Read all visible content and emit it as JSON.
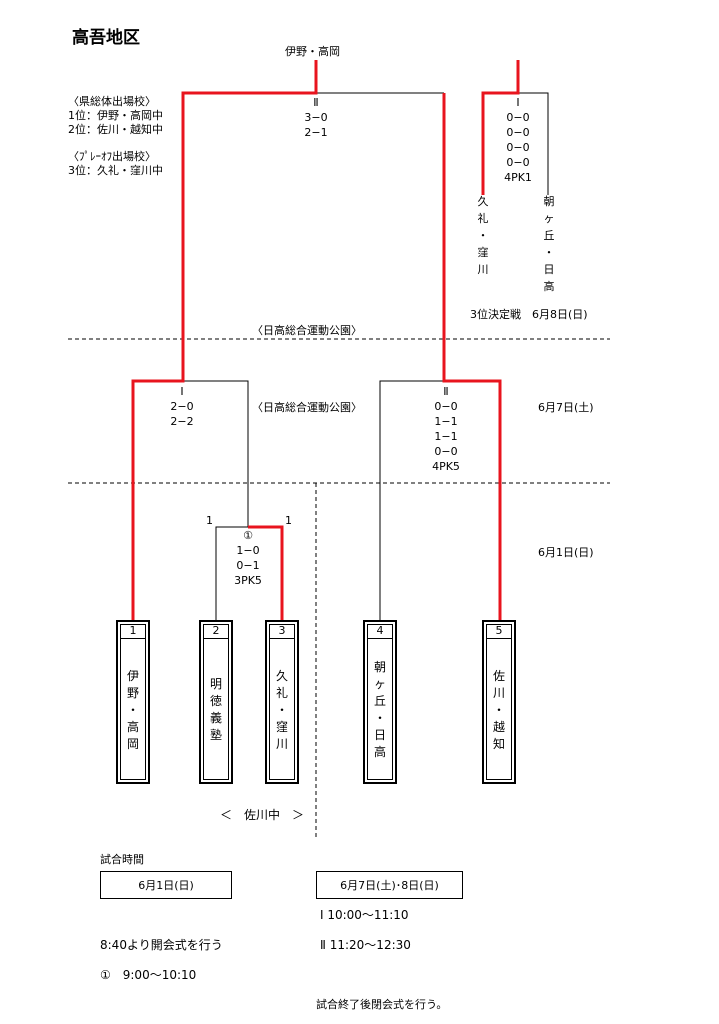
{
  "title": "高吾地区",
  "champion": "伊野・高岡",
  "qualifiers": {
    "prefectural_header": "〈県総体出場校〉",
    "first": "1位：伊野・高岡中",
    "second": "2位：佐川・越知中",
    "playoff_header": "〈ﾌﾟﾚｰｵﾌ出場校〉",
    "third": "3位：久礼・窪川中"
  },
  "teams": [
    {
      "num": "1",
      "name": "伊\n野\n・\n高\n岡"
    },
    {
      "num": "2",
      "name": "明\n徳\n義\n塾"
    },
    {
      "num": "3",
      "name": "久\n礼\n・\n窪\n川"
    },
    {
      "num": "4",
      "name": "朝\nヶ\n丘\n・\n日\n高"
    },
    {
      "num": "5",
      "name": "佐\n川\n・\n越\n知"
    }
  ],
  "matches": {
    "first_round": {
      "label": "①",
      "left_score": "1",
      "right_score": "1",
      "lines": [
        "1−0",
        "0−1",
        "3PK5"
      ]
    },
    "semi_1": {
      "label": "Ⅰ",
      "lines": [
        "2−0",
        "2−2"
      ]
    },
    "semi_2": {
      "label": "Ⅱ",
      "lines": [
        "0−0",
        "1−1",
        "1−1",
        "0−0",
        "4PK5"
      ]
    },
    "final": {
      "label": "Ⅱ",
      "lines": [
        "3−0",
        "2−1"
      ]
    },
    "third_place": {
      "label": "Ⅰ",
      "lines": [
        "0−0",
        "0−0",
        "0−0",
        "0−0",
        "4PK1"
      ],
      "left_team": "久\n礼\n・\n窪\n川",
      "right_team": "朝\nヶ\n丘\n・\n日\n高"
    }
  },
  "venues": {
    "final": "〈日高総合運動公園〉",
    "semi": "〈日高総合運動公園〉",
    "first": "＜　佐川中　＞"
  },
  "dates": {
    "third_place": "3位決定戦　6月8日(日)",
    "semi": "6月7日(土)",
    "first": "6月1日(日)"
  },
  "schedule": {
    "header": "試合時間",
    "day1_box": "6月1日(日)",
    "day2_box": "6月7日(土)･8日(日)",
    "opening": "8:40より開会式を行う",
    "slot_1": "①　9:00〜10:10",
    "slot_I": "Ⅰ 10:00〜11:10",
    "slot_II": "Ⅱ 11:20〜12:30",
    "closing": "試合終了後閉会式を行う。"
  },
  "colors": {
    "winner_line": "#e8141e",
    "line": "#000000"
  }
}
